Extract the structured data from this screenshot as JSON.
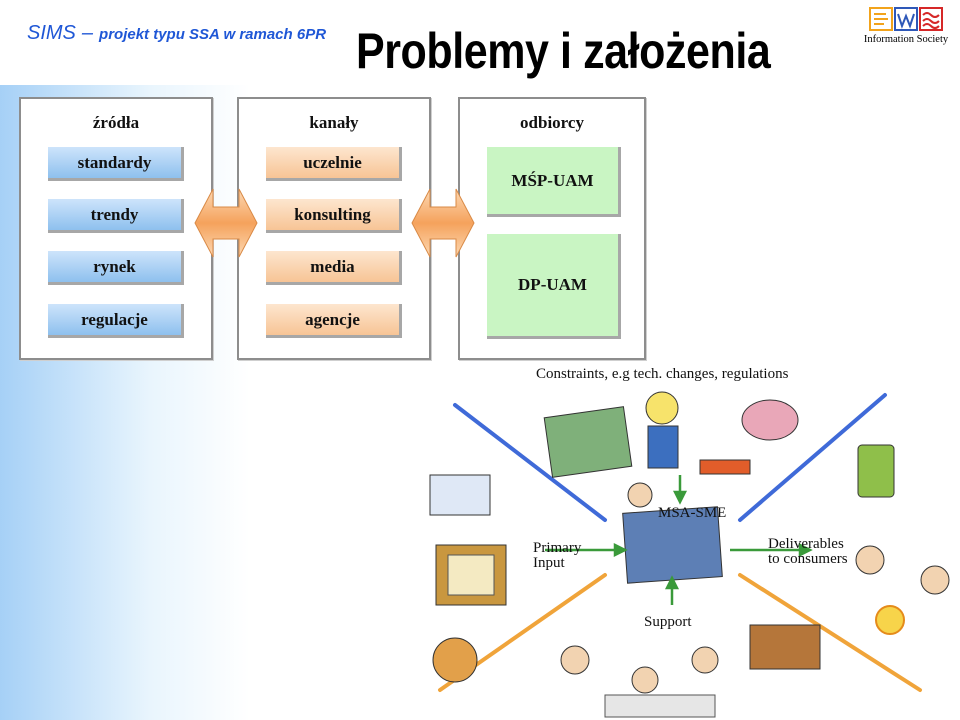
{
  "header": {
    "brand": "SIMS",
    "dash": "–",
    "subtitle": "projekt typu SSA w ramach 6PR",
    "title": "Problemy i założenia",
    "logo_caption": "Information Society"
  },
  "diagram": {
    "columns": [
      {
        "title": "źródła",
        "items": [
          "standardy",
          "trendy",
          "rynek",
          "regulacje"
        ]
      },
      {
        "title": "kanały",
        "items": [
          "uczelnie",
          "konsulting",
          "media",
          "agencje"
        ]
      },
      {
        "title": "odbiorcy",
        "items": [
          "MŚP-UAM",
          "DP-UAM"
        ]
      }
    ]
  },
  "illustration": {
    "constraints": "Constraints, e.g tech. changes, regulations",
    "center": "MSA-SME",
    "primary_input_1": "Primary",
    "primary_input_2": "Input",
    "deliverables_1": "Deliverables",
    "deliverables_2": "to consumers",
    "support": "Support"
  },
  "colors": {
    "header_blue": "#1f57d6",
    "source_box": "#a9d0f5",
    "channel_box": "#f9d2ad",
    "receiver_box": "#c9f5c3",
    "arrow_orange": "#f5a25c"
  }
}
